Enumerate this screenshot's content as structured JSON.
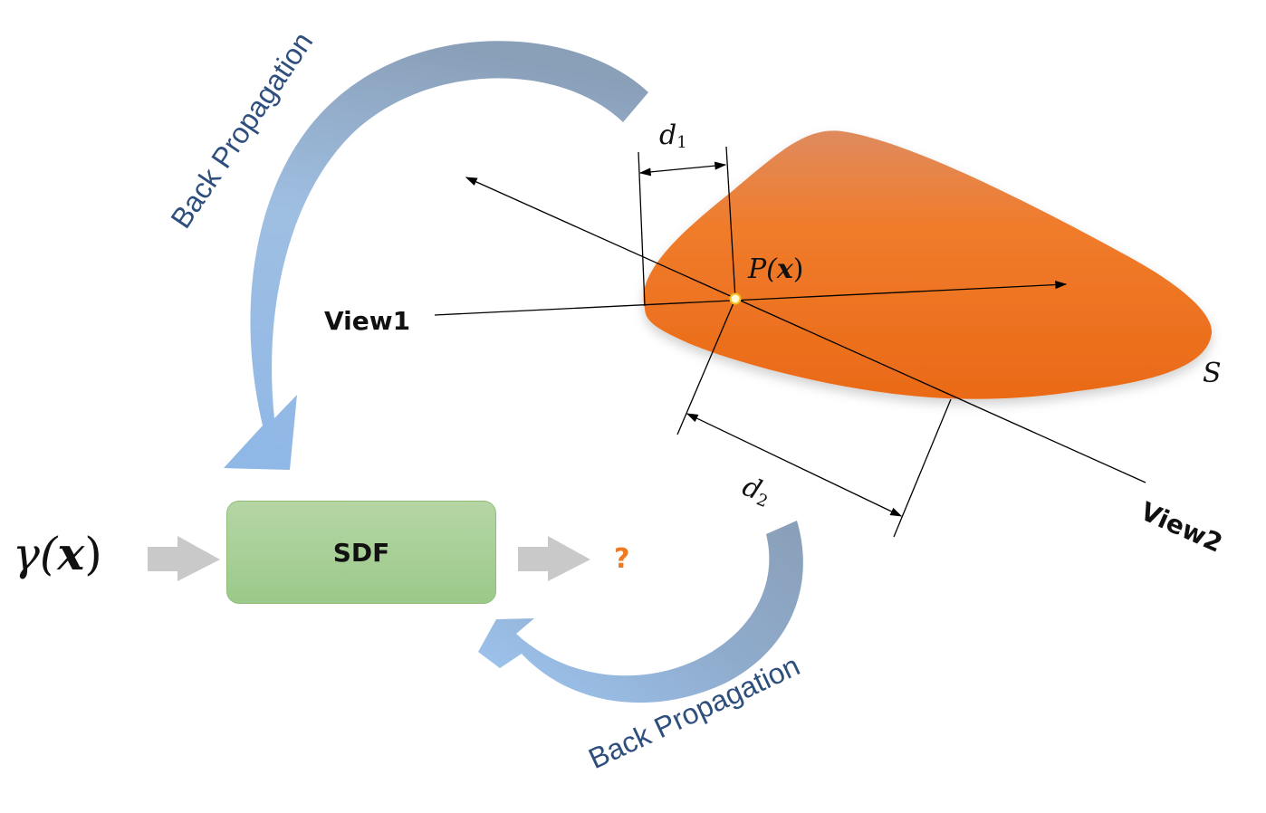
{
  "labels": {
    "view1": "View1",
    "view2": "View2",
    "d1": "d",
    "d1_sub": "1",
    "d2": "d",
    "d2_sub": "2",
    "point": "P(x)",
    "point_p": "P(",
    "point_x": "x",
    "point_close": ")",
    "surface": "S",
    "sdf": "SDF",
    "input_gamma": "γ(",
    "input_x": "x",
    "input_close": ")",
    "output": "?",
    "back_prop_top": "Back Propagation",
    "back_prop_bottom": "Back Propagation"
  },
  "colors": {
    "shape_top": "#e0885a",
    "shape_bottom": "#ee6b1c",
    "sdf_fill": "#a8cf95",
    "arrow_light": "#a3c6ec",
    "arrow_dark": "#8a9fb8",
    "gray_arrow": "#c8c8c8",
    "question": "#ee7b22",
    "bp_text": "#2e4f7e"
  }
}
